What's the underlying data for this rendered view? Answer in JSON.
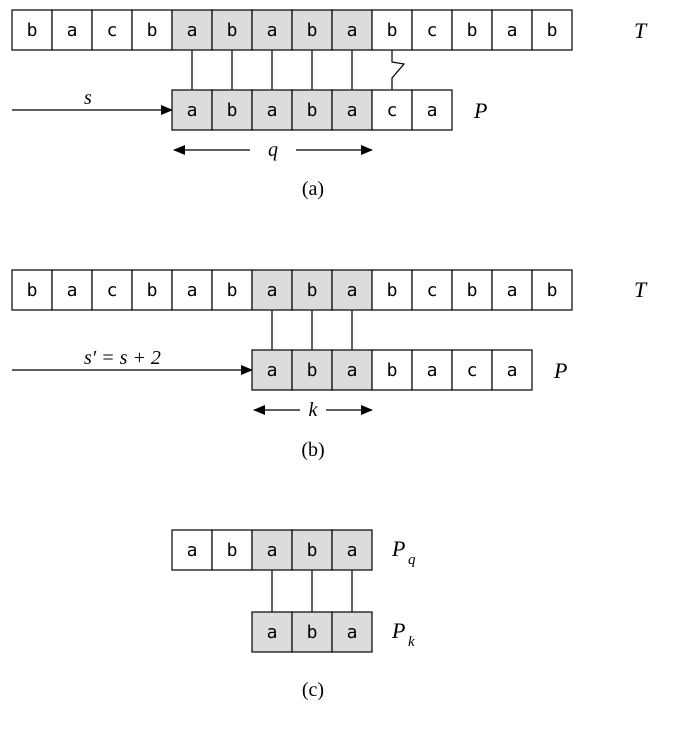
{
  "colors": {
    "shaded": "#dcdcdc",
    "plain": "#ffffff",
    "ink": "#000000"
  },
  "a": {
    "text": "bacbabababcbab",
    "text_shaded": [
      4,
      5,
      6,
      7,
      8
    ],
    "text_label": "T",
    "pattern": "ababaca",
    "pattern_shaded": [
      0,
      1,
      2,
      3,
      4
    ],
    "pattern_label": "P",
    "shift_label": "s",
    "span_label": "q",
    "caption": "(a)"
  },
  "b": {
    "text": "bacbabababcbab",
    "text_shaded": [
      6,
      7,
      8
    ],
    "text_label": "T",
    "pattern": "ababaca",
    "pattern_shaded": [
      0,
      1,
      2
    ],
    "pattern_label": "P",
    "shift_label": "s′ = s + 2",
    "span_label": "k",
    "caption": "(b)"
  },
  "c": {
    "pq": "ababa",
    "pq_shaded": [
      2,
      3,
      4
    ],
    "pq_label": "P",
    "pq_sub": "q",
    "pk": "aba",
    "pk_shaded": [
      0,
      1,
      2
    ],
    "pk_label": "P",
    "pk_sub": "k",
    "caption": "(c)"
  }
}
